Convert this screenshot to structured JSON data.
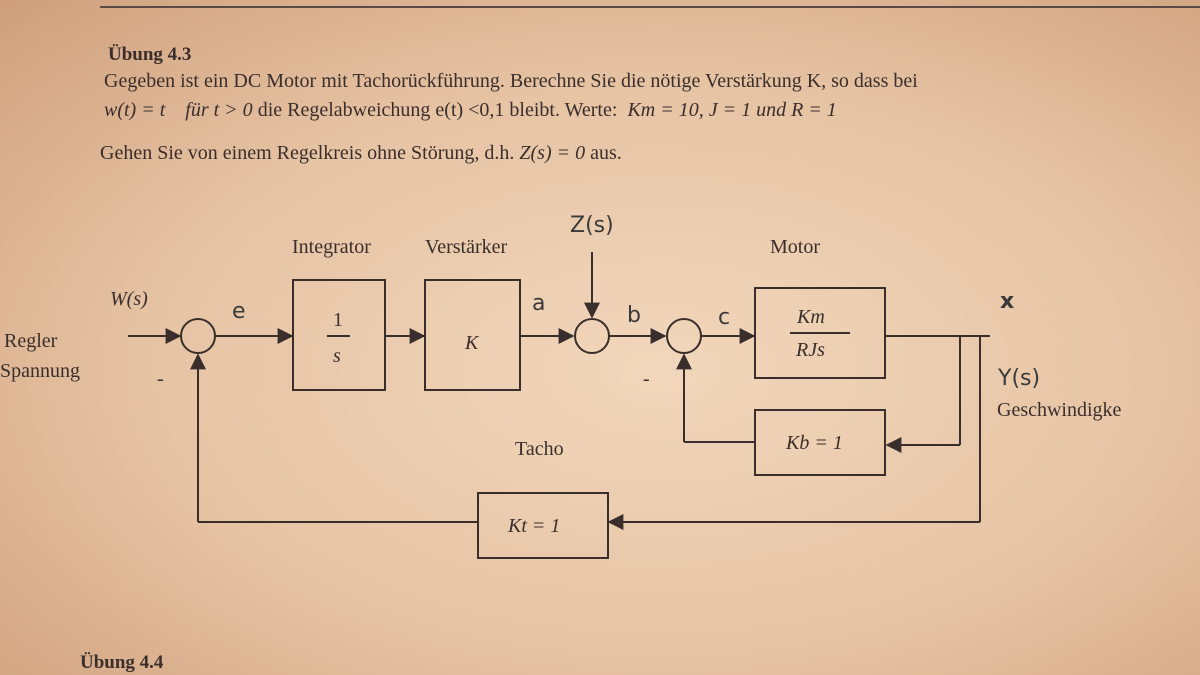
{
  "exercise": {
    "title": "Übung 4.3",
    "line1": "Gegeben ist ein DC Motor mit Tachorückführung. Berechne Sie die nötige Verstärkung K, so dass bei",
    "line2_math1": "w(t) = t",
    "line2_math2": "für t > 0",
    "line2_text": "die Regelabweichung e(t) <0,1 bleibt. Werte:",
    "line2_values": "Km = 10,   J = 1 und R = 1",
    "line3_text": "Gehen Sie von einem Regelkreis ohne Störung, d.h.",
    "line3_math": "Z(s) = 0",
    "line3_end": "aus.",
    "next_title": "Übung 4.4"
  },
  "diagram": {
    "labels": {
      "integrator": "Integrator",
      "verstaerker": "Verstärker",
      "motor": "Motor",
      "tacho": "Tacho",
      "regler": "Regler",
      "spannung": "Spannung",
      "geschwindigkeit": "Geschwindigke",
      "input": "W(s)",
      "output": "Y(s)",
      "disturbance": "Z(s)",
      "minus1": "-",
      "minus2": "-"
    },
    "handwritten": {
      "e": "e",
      "a": "a",
      "b": "b",
      "c": "c",
      "x": "x"
    },
    "blocks": {
      "integrator_num": "1",
      "integrator_den": "s",
      "amplifier": "K",
      "motor_num": "Km",
      "motor_den": "RJs",
      "tacho_inner": "Kb = 1",
      "tacho_outer": "Kt = 1"
    }
  }
}
